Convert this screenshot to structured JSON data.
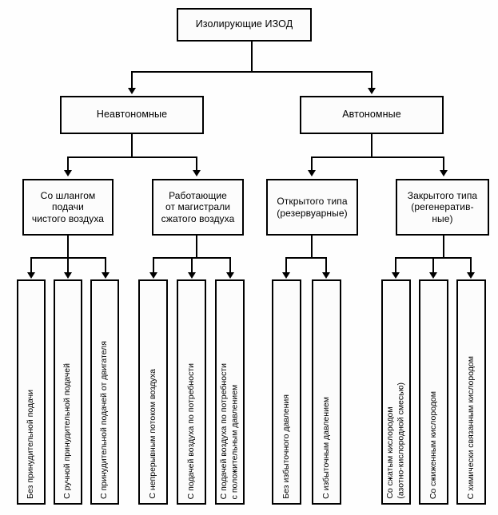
{
  "diagram": {
    "title": "Изолирующие ИЗОД",
    "level1": {
      "label": "Изолирующие ИЗОД"
    },
    "level2": [
      {
        "label": "Неавтономные"
      },
      {
        "label": "Автономные"
      }
    ],
    "level3": [
      {
        "line1": "Со шлангом",
        "line2": "подачи",
        "line3": "чистого воздуха"
      },
      {
        "line1": "Работающие",
        "line2": "от магистрали",
        "line3": "сжатого воздуха"
      },
      {
        "line1": "Открытого типа",
        "line2": "(резервуарные)",
        "line3": ""
      },
      {
        "line1": "Закрытого типа",
        "line2": "(регенератив-",
        "line3": "ные)"
      }
    ],
    "leaves": {
      "group1": [
        {
          "text": "Без принудительной подачи"
        },
        {
          "text": "С ручной принудительной подачей"
        },
        {
          "text": "С принудительной подачей от двигателя"
        }
      ],
      "group2": [
        {
          "text": "С непрерывным потоком воздуха"
        },
        {
          "text": "С подачей воздуха по потребности"
        },
        {
          "text": "С подачей воздуха по потребности\nс положительным давлением"
        }
      ],
      "group3": [
        {
          "text": "Без избыточного давления"
        },
        {
          "text": "С избыточным давлением"
        }
      ],
      "group4": [
        {
          "text": "Со сжатым кислородом\n(азотно-кислородной смесью)"
        },
        {
          "text": "Со сжиженным кислородом"
        },
        {
          "text": "С химически связанным кислородом"
        }
      ]
    },
    "colors": {
      "line": "#000000",
      "box_fill": "#fcfcfc",
      "background": "#ffffff"
    }
  }
}
